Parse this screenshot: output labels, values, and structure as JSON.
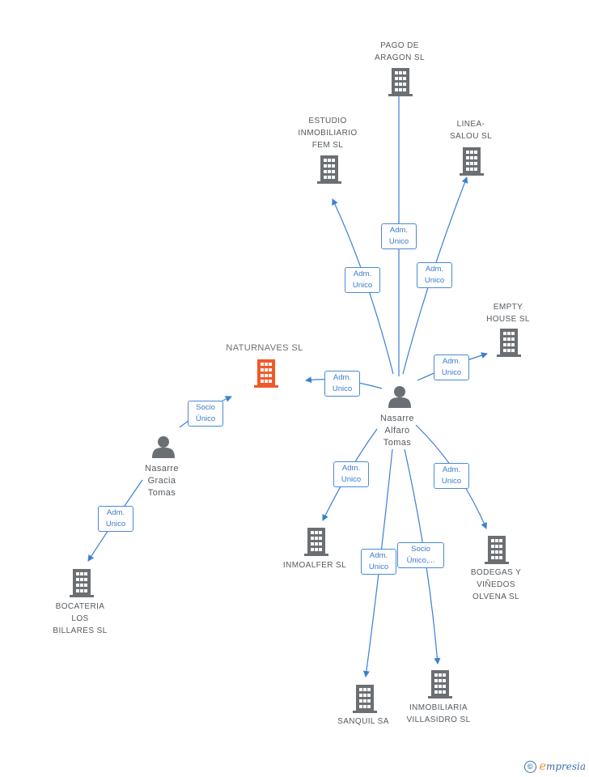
{
  "nodes": {
    "pago_de_aragon": {
      "lines": [
        "PAGO DE",
        "ARAGON  SL"
      ]
    },
    "estudio_inmobiliario": {
      "lines": [
        "ESTUDIO",
        "INMOBILIARIO",
        "FEM SL"
      ]
    },
    "linea_salou": {
      "lines": [
        "LINEA-",
        "SALOU SL"
      ]
    },
    "empty_house": {
      "lines": [
        "EMPTY",
        "HOUSE SL"
      ]
    },
    "naturnaves": {
      "lines": [
        "NATURNAVES SL"
      ]
    },
    "nasarre_alfaro": {
      "lines": [
        "Nasarre",
        "Alfaro",
        "Tomas"
      ]
    },
    "nasarre_gracia": {
      "lines": [
        "Nasarre",
        "Gracia",
        "Tomas"
      ]
    },
    "inmoalfer": {
      "lines": [
        "INMOALFER SL"
      ]
    },
    "bodegas": {
      "lines": [
        "BODEGAS Y",
        "VIÑEDOS",
        "OLVENA SL"
      ]
    },
    "bocateria": {
      "lines": [
        "BOCATERIA",
        "LOS",
        "BILLARES SL"
      ]
    },
    "sanquil": {
      "lines": [
        "SANQUIL SA"
      ]
    },
    "inmobiliaria_villasidro": {
      "lines": [
        "INMOBILIARIA",
        "VILLASIDRO  SL"
      ]
    }
  },
  "edges": {
    "to_pago": {
      "l1": "Adm.",
      "l2": "Unico"
    },
    "to_estudio": {
      "l1": "Adm.",
      "l2": "Unico"
    },
    "to_linea": {
      "l1": "Adm.",
      "l2": "Unico"
    },
    "to_empty": {
      "l1": "Adm.",
      "l2": "Unico"
    },
    "to_naturnaves": {
      "l1": "Adm.",
      "l2": "Unico"
    },
    "gracia_to_naturnaves": {
      "l1": "Socio",
      "l2": "Único"
    },
    "to_inmoalfer": {
      "l1": "Adm.",
      "l2": "Unico"
    },
    "to_bodegas": {
      "l1": "Adm.",
      "l2": "Unico"
    },
    "to_bocateria": {
      "l1": "Adm.",
      "l2": "Unico"
    },
    "to_sanquil": {
      "l1": "Adm.",
      "l2": "Unico"
    },
    "to_villasidro": {
      "l1": "Socio",
      "l2": "Único,..."
    }
  },
  "colors": {
    "edge": "#3b7fd4",
    "building": "#6b6f73",
    "building_highlight": "#f05a28",
    "person": "#6b6f73",
    "brand": "#3d6fa8",
    "brand_accent": "#f08a1c"
  },
  "icons": {
    "company": "building-icon",
    "person": "person-icon",
    "copyright": "copyright-icon"
  },
  "footer": {
    "copyright_symbol": "©",
    "brand_initial": "e",
    "brand_rest": "mpresia"
  }
}
